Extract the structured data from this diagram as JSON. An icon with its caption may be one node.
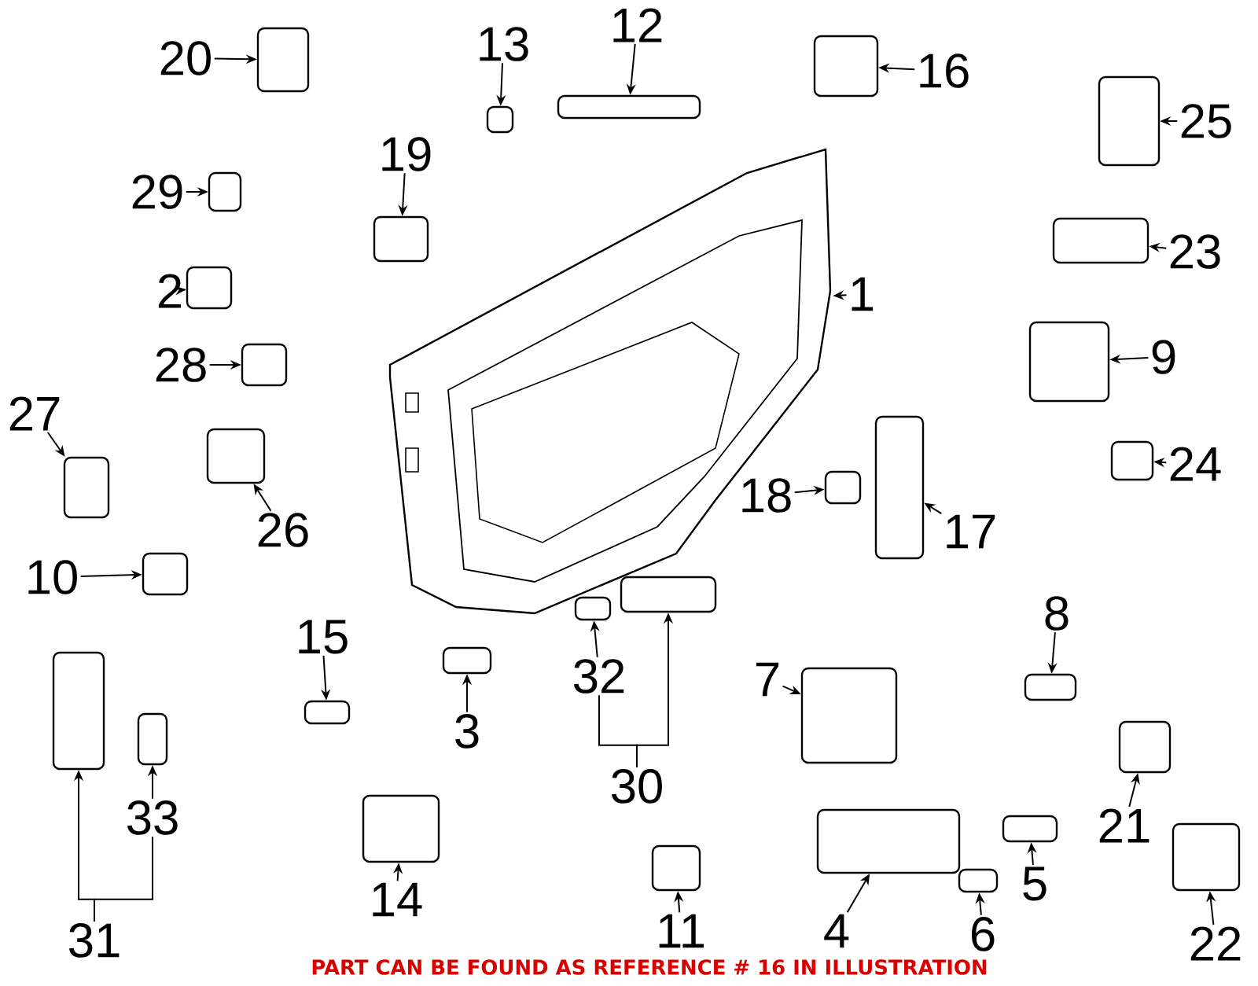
{
  "diagram": {
    "nodes": [
      {
        "text": [
          "13"
        ]
      },
      {
        "text": [],
        "shape": "box"
      },
      {
        "text": [
          "12"
        ]
      },
      {
        "text": [],
        "shape": "box"
      },
      {
        "text": [
          "20"
        ]
      },
      {
        "text": [],
        "shape": "box"
      },
      {
        "text": [
          "16"
        ]
      },
      {
        "text": [],
        "shape": "box"
      },
      {
        "text": [
          "25"
        ]
      },
      {
        "text": [],
        "shape": "box"
      },
      {
        "text": [
          "19"
        ]
      },
      {
        "text": [],
        "shape": "box"
      },
      {
        "text": [
          "29"
        ]
      },
      {
        "text": [],
        "shape": "box"
      },
      {
        "text": [
          "23"
        ]
      },
      {
        "text": [],
        "shape": "box"
      },
      {
        "text": [
          "2"
        ]
      },
      {
        "text": [],
        "shape": "box"
      },
      {
        "text": [
          "1"
        ]
      },
      {
        "text": [],
        "shape": "picture"
      },
      {
        "text": [
          "28"
        ]
      },
      {
        "text": [],
        "shape": "box"
      },
      {
        "text": [
          "9"
        ]
      },
      {
        "text": [],
        "shape": "box"
      },
      {
        "text": [
          "27"
        ]
      },
      {
        "text": [],
        "shape": "box"
      },
      {
        "text": [
          "24"
        ]
      },
      {
        "text": [],
        "shape": "box"
      },
      {
        "text": [
          "18"
        ]
      },
      {
        "text": [],
        "shape": "box"
      },
      {
        "text": [
          "17"
        ]
      },
      {
        "text": [],
        "shape": "box"
      },
      {
        "text": [
          "26"
        ]
      },
      {
        "text": [],
        "shape": "box"
      },
      {
        "text": [
          "10"
        ]
      },
      {
        "text": [],
        "shape": "box"
      },
      {
        "text": [
          "15"
        ]
      },
      {
        "text": [],
        "shape": "box"
      },
      {
        "text": [
          "8"
        ]
      },
      {
        "text": [],
        "shape": "box"
      },
      {
        "text": [
          "32"
        ]
      },
      {
        "text": [],
        "shape": "box"
      },
      {
        "text": [
          "3"
        ]
      },
      {
        "text": [],
        "shape": "box"
      },
      {
        "text": [
          "7"
        ]
      },
      {
        "text": [],
        "shape": "box"
      },
      {
        "text": [
          "33"
        ]
      },
      {
        "text": [],
        "shape": "box"
      },
      {
        "text": [
          "30"
        ]
      },
      {
        "text": [],
        "shape": "box"
      },
      {
        "text": [
          "21"
        ]
      },
      {
        "text": [],
        "shape": "box"
      },
      {
        "text": [
          "31"
        ]
      },
      {
        "text": [],
        "shape": "box"
      },
      {
        "text": [
          "14"
        ]
      },
      {
        "text": [],
        "shape": "box"
      },
      {
        "text": [
          "11"
        ]
      },
      {
        "text": [],
        "shape": "box"
      },
      {
        "text": [
          "4"
        ]
      },
      {
        "text": [],
        "shape": "box"
      },
      {
        "text": [
          "5"
        ]
      },
      {
        "text": [],
        "shape": "box"
      },
      {
        "text": [
          "6"
        ]
      },
      {
        "text": [],
        "shape": "box"
      },
      {
        "text": [
          "22"
        ]
      },
      {
        "text": [],
        "shape": "box"
      }
    ],
    "edges": [
      {
        "from": 0,
        "to": 1,
        "arrow": "to"
      },
      {
        "from": 2,
        "to": 3,
        "arrow": "to"
      },
      {
        "from": 4,
        "to": 5,
        "arrow": "to"
      },
      {
        "from": 6,
        "to": 7,
        "arrow": "to"
      },
      {
        "from": 8,
        "to": 9,
        "arrow": "to"
      },
      {
        "from": 10,
        "to": 11,
        "arrow": "to"
      },
      {
        "from": 12,
        "to": 13,
        "arrow": "to"
      },
      {
        "from": 14,
        "to": 15,
        "arrow": "to"
      },
      {
        "from": 16,
        "to": 17,
        "arrow": "to"
      },
      {
        "from": 18,
        "to": 19,
        "arrow": "to"
      },
      {
        "from": 20,
        "to": 21,
        "arrow": "to"
      },
      {
        "from": 22,
        "to": 23,
        "arrow": "to"
      },
      {
        "from": 24,
        "to": 25,
        "arrow": "to"
      },
      {
        "from": 26,
        "to": 27,
        "arrow": "to"
      },
      {
        "from": 28,
        "to": 29,
        "arrow": "to"
      },
      {
        "from": 30,
        "to": 31,
        "arrow": "to"
      },
      {
        "from": 32,
        "to": 33,
        "arrow": "to"
      },
      {
        "from": 34,
        "to": 35,
        "arrow": "to"
      },
      {
        "from": 36,
        "to": 37,
        "arrow": "to"
      },
      {
        "from": 38,
        "to": 39,
        "arrow": "to"
      },
      {
        "from": 40,
        "to": 41,
        "arrow": "to"
      },
      {
        "from": 42,
        "to": 43,
        "arrow": "to"
      },
      {
        "from": 44,
        "to": 45,
        "arrow": "to"
      },
      {
        "from": 46,
        "to": 47,
        "arrow": "to"
      },
      {
        "from": 48,
        "to": 49,
        "arrow": "to"
      },
      {
        "from": 48,
        "to": 40,
        "arrow": "none"
      },
      {
        "from": 50,
        "to": 51,
        "arrow": "to"
      },
      {
        "from": 52,
        "to": 53,
        "arrow": "to"
      },
      {
        "from": 52,
        "to": 46,
        "arrow": "none"
      },
      {
        "from": 54,
        "to": 55,
        "arrow": "to"
      },
      {
        "from": 56,
        "to": 57,
        "arrow": "to"
      },
      {
        "from": 58,
        "to": 59,
        "arrow": "to"
      },
      {
        "from": 60,
        "to": 61,
        "arrow": "to"
      },
      {
        "from": 62,
        "to": 63,
        "arrow": "to"
      },
      {
        "from": 64,
        "to": 65,
        "arrow": "to"
      }
    ],
    "labels": [
      "PART CAN BE FOUND AS REFERENCE # 16 IN ILLUSTRATION"
    ]
  }
}
